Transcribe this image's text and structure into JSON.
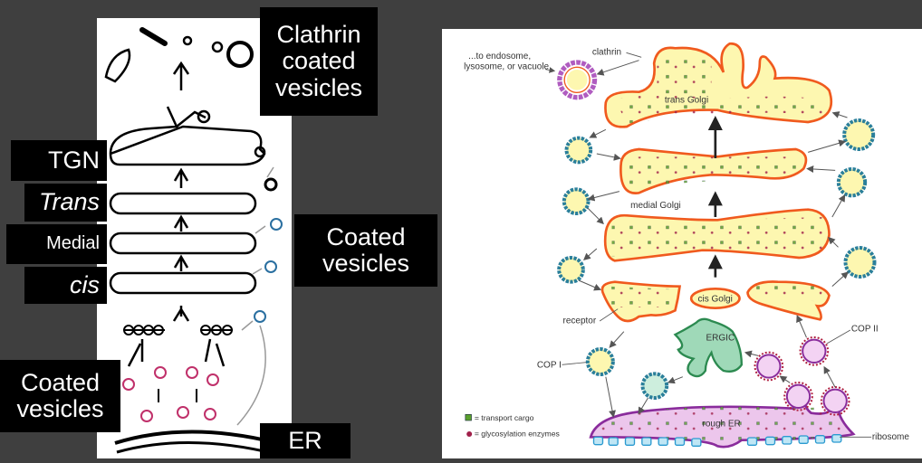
{
  "left_diagram": {
    "labels": {
      "clathrin": "Clathrin coated vesicles",
      "tgn": "TGN",
      "trans": "Trans",
      "medial": "Medial",
      "cis": "cis",
      "coated_mid": "Coated vesicles",
      "coated_bottom": "Coated vesicles",
      "er": "ER"
    }
  },
  "right_diagram": {
    "labels": {
      "endosome": "...to endosome,",
      "endosome2": "lysosome, or vacuole",
      "clathrin": "clathrin",
      "trans_golgi": "trans Golgi",
      "medial_golgi": "medial Golgi",
      "cis_golgi": "cis Golgi",
      "receptor": "receptor",
      "ergic": "ERGIC",
      "cop1": "COP I",
      "cop2": "COP II",
      "rough_er": "rough ER",
      "ribosome": "ribosome"
    },
    "legend": [
      {
        "label": "= transport cargo",
        "color": "#5aa02c"
      },
      {
        "label": "= glycosylation enzymes",
        "color": "#a0204a"
      }
    ],
    "colors": {
      "golgi_fill": "#fdf7b0",
      "golgi_stroke": "#f05a1e",
      "er_fill": "#ecc6ec",
      "er_stroke": "#8a2c9c",
      "ergic_fill": "#9fd9b8",
      "coat": "#2a7f9a",
      "clathrin": "#b05cc0"
    }
  }
}
